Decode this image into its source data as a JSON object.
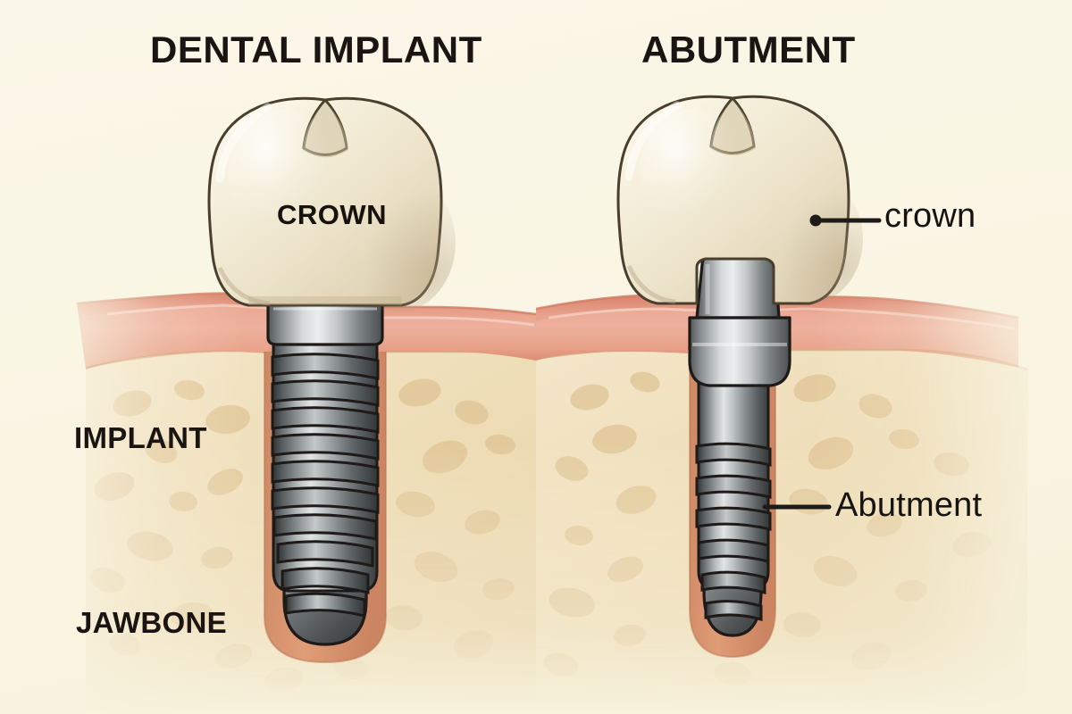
{
  "figure": {
    "kind": "medical-illustration",
    "subject": "dental-implant-and-abutment-comparison",
    "background_color": "#faf5e4"
  },
  "panels": {
    "left": {
      "title": "DENTAL IMPLANT",
      "labels": {
        "crown": "CROWN",
        "implant": "IMPLANT",
        "jawbone": "JAWBONE"
      }
    },
    "right": {
      "title": "ABUTMENT",
      "callouts": {
        "crown": "crown",
        "abutment": "Abutment"
      }
    }
  },
  "anatomy": {
    "tooth_crown_color": "#efe7d2",
    "gum_color": "#e79f8b",
    "gum_surface_color": "#de8d78",
    "bone_color": "#efdcb7",
    "bone_speckle_color": "#dcc291",
    "socket_lining_color": "#d98b66",
    "metal_light": "#d8dadb",
    "metal_mid": "#8e9295",
    "metal_dark": "#4a4e51",
    "outline_color": "#1d1a18"
  }
}
